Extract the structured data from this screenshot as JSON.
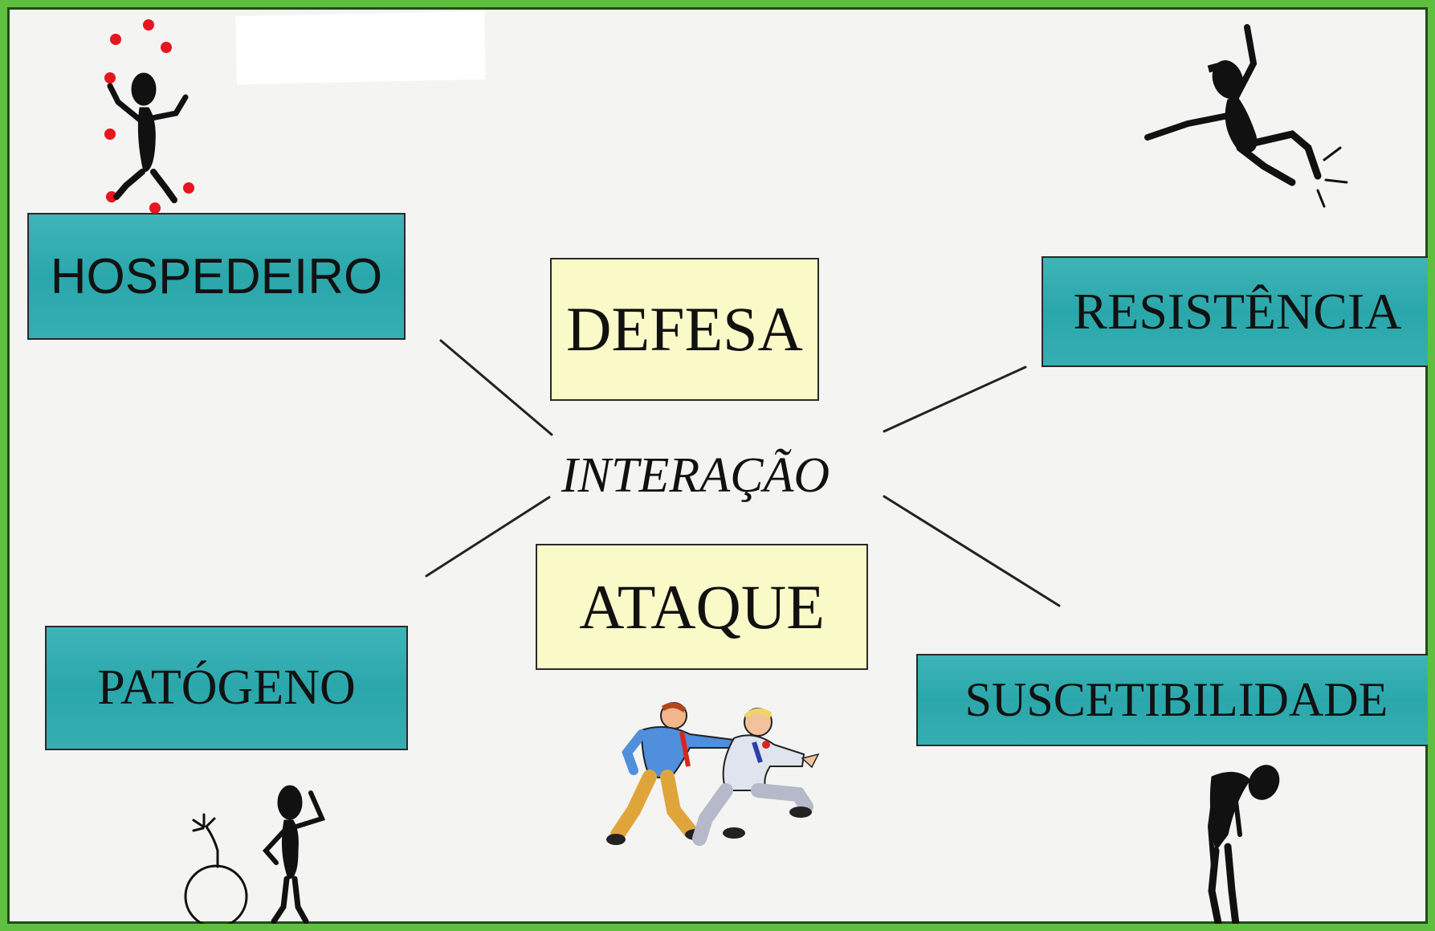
{
  "center": {
    "label": "INTERAÇÃO"
  },
  "boxes": {
    "hospedeiro": "HOSPEDEIRO",
    "patogeno": "PATÓGENO",
    "defesa": "DEFESA",
    "ataque": "ATAQUE",
    "resistencia": "RESISTÊNCIA",
    "suscetibilidade": "SUSCETIBILIDADE"
  },
  "colors": {
    "frame": "#5fbf3f",
    "teal_box": "#2aa7ab",
    "yellow_box": "#fafac8",
    "background": "#f4f4f2"
  },
  "icons": [
    "juggler-stick-figure-icon",
    "kicking-stick-figure-icon",
    "bomb-icon",
    "thinking-stick-figure-icon",
    "fighting-men-icon",
    "sad-stick-figure-icon"
  ]
}
